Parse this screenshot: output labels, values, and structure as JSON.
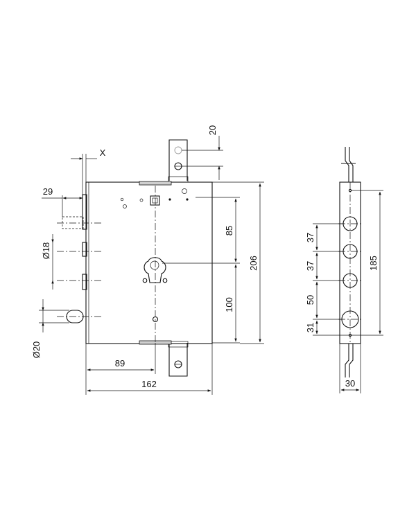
{
  "front_view": {
    "top_offset": "20",
    "offset_x": "X",
    "offset_29": "29",
    "diameter_18": "Ø18",
    "diameter_20": "Ø20",
    "height_85": "85",
    "height_100": "100",
    "height_206": "206",
    "width_89": "89",
    "width_162": "162"
  },
  "side_view": {
    "spacing_a": "37",
    "spacing_b": "37",
    "spacing_c": "50",
    "spacing_d": "31",
    "length_185": "185",
    "width_30": "30"
  }
}
